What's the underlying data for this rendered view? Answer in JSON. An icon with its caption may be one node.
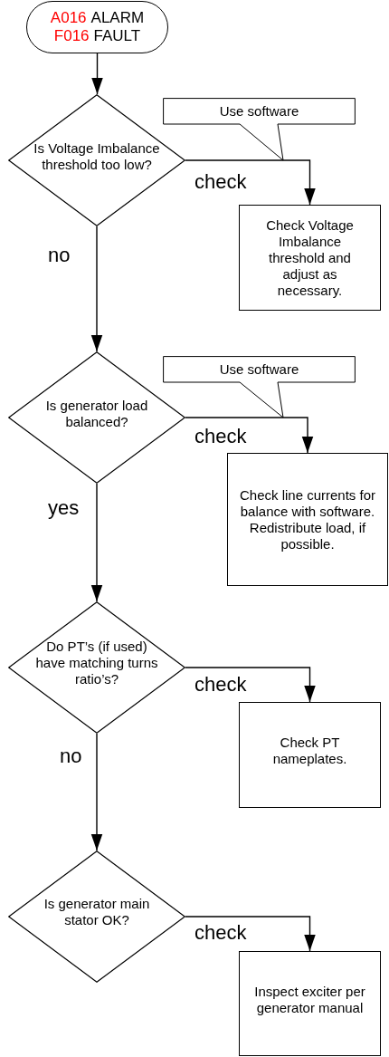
{
  "diagram": {
    "nodes": [
      {
        "text": [
          "A016",
          "ALARM",
          "F016",
          "FAULT"
        ]
      },
      {
        "text": [
          "Is Voltage Imbalance threshold too low?"
        ]
      },
      {
        "text": [
          "Use software"
        ]
      },
      {
        "text": [
          "Check Voltage Imbalance threshold and adjust as necessary."
        ]
      },
      {
        "text": [
          "Is generator load balanced?"
        ]
      },
      {
        "text": [
          "Use software"
        ]
      },
      {
        "text": [
          "Check line currents for balance with software. Redistribute load, if possible."
        ]
      },
      {
        "text": [
          "Do PT’s (if used) have matching turns ratio’s?"
        ]
      },
      {
        "text": [
          "Check PT nameplates."
        ]
      },
      {
        "text": [
          "Is generator main stator OK?"
        ]
      },
      {
        "text": [
          "Inspect exciter per generator manual"
        ]
      }
    ],
    "edges": [
      {
        "from": 0,
        "to": 1,
        "arrow": "to"
      },
      {
        "from": 1,
        "to": 3,
        "arrow": "to",
        "label": "check"
      },
      {
        "from": 1,
        "to": 4,
        "arrow": "to",
        "label": "no"
      },
      {
        "from": 4,
        "to": 6,
        "arrow": "to",
        "label": "check"
      },
      {
        "from": 4,
        "to": 7,
        "arrow": "to",
        "label": "yes"
      },
      {
        "from": 7,
        "to": 8,
        "arrow": "to",
        "label": "check"
      },
      {
        "from": 7,
        "to": 9,
        "arrow": "to",
        "label": "no"
      },
      {
        "from": 9,
        "to": 10,
        "arrow": "to",
        "label": "check"
      }
    ]
  }
}
